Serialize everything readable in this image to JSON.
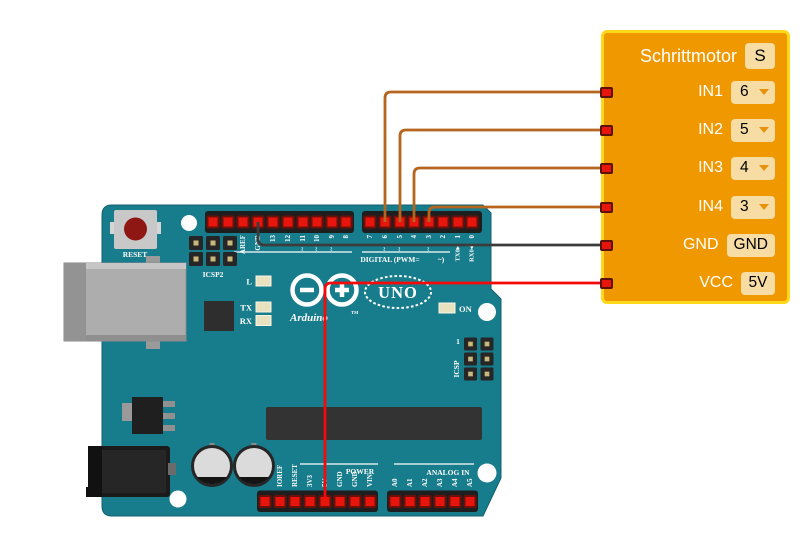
{
  "stepper_block": {
    "title": "Schrittmotor",
    "badge": "S",
    "rows": [
      {
        "label": "IN1",
        "value": "6",
        "dropdown": true
      },
      {
        "label": "IN2",
        "value": "5",
        "dropdown": true
      },
      {
        "label": "IN3",
        "value": "4",
        "dropdown": true
      },
      {
        "label": "IN4",
        "value": "3",
        "dropdown": true
      },
      {
        "label": "GND",
        "value": "GND",
        "dropdown": false
      },
      {
        "label": "VCC",
        "value": "5V",
        "dropdown": false
      }
    ],
    "colors": {
      "fill": "#F09800",
      "border": "#FFD919",
      "field_bg": "#F7DCA4",
      "label_text": "#FFFFFF",
      "connector": "#E8150D"
    }
  },
  "arduino": {
    "silkscreen": {
      "reset": "RESET",
      "icsp2": "ICSP2",
      "icsp": "ICSP",
      "icsp_one": "1",
      "brand": "Arduino",
      "tm": "TM",
      "model": "UNO",
      "on": "ON",
      "led_l": "L",
      "led_tx": "TX",
      "led_rx": "RX",
      "digital": "DIGITAL (PWM=",
      "digital_close": "~)",
      "power": "POWER",
      "analog": "ANALOG IN"
    },
    "digital_pins_left": [
      "",
      "",
      "AREF",
      "GND",
      "13",
      "12",
      "11",
      "10",
      "9",
      "8"
    ],
    "digital_pins_left_pwm": [
      false,
      false,
      false,
      false,
      false,
      false,
      true,
      true,
      true,
      false
    ],
    "digital_pins_right": [
      "7",
      "6",
      "5",
      "4",
      "3",
      "2",
      "1",
      "0"
    ],
    "digital_pins_right_pwm": [
      false,
      true,
      true,
      false,
      true,
      false,
      false,
      false
    ],
    "digital_pins_right_secondary": [
      "",
      "",
      "",
      "",
      "",
      "",
      "TX0▸",
      "RX0◂"
    ],
    "power_pins": [
      "",
      "IOREF",
      "RESET",
      "3V3",
      "5V",
      "GND",
      "GND",
      "VIN"
    ],
    "analog_pins": [
      "A0",
      "A1",
      "A2",
      "A3",
      "A4",
      "A5"
    ],
    "colors": {
      "pcb": "#177C8C",
      "pin": "#E8150D",
      "pin_border": "#6E1009",
      "header": "#1E1E1E",
      "silk": "#FFFFFF"
    }
  },
  "wires": [
    {
      "name": "wire-in1",
      "from": "digital-pin-6",
      "to": "IN1",
      "color": "#B5651D"
    },
    {
      "name": "wire-in2",
      "from": "digital-pin-5",
      "to": "IN2",
      "color": "#B5651D"
    },
    {
      "name": "wire-in3",
      "from": "digital-pin-4",
      "to": "IN3",
      "color": "#B5651D"
    },
    {
      "name": "wire-in4",
      "from": "digital-pin-3",
      "to": "IN4",
      "color": "#B5651D"
    },
    {
      "name": "wire-gnd",
      "from": "digital-pin-GND",
      "to": "GND",
      "color": "#3C3C3C"
    },
    {
      "name": "wire-vcc",
      "from": "power-pin-5V",
      "to": "VCC",
      "color": "#F40A0A"
    }
  ]
}
